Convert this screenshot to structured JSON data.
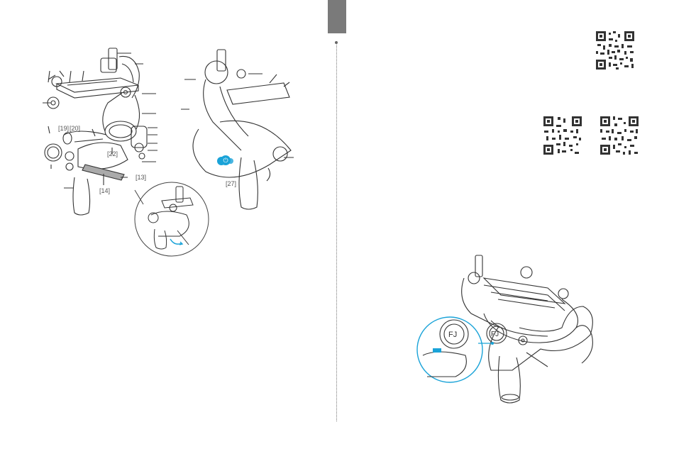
{
  "labels": {
    "l19": "[19]",
    "l20": "[20]",
    "l22": "[22]",
    "l13": "[13]",
    "l14": "[14]",
    "l27": "[27]"
  },
  "colors": {
    "tab": "#7a7a7a",
    "accent": "#1aa3d8",
    "line": "#333333"
  },
  "icons": {
    "power": "power-icon",
    "brand": "feiyu-logo-icon",
    "qr": "qr-code-icon"
  }
}
